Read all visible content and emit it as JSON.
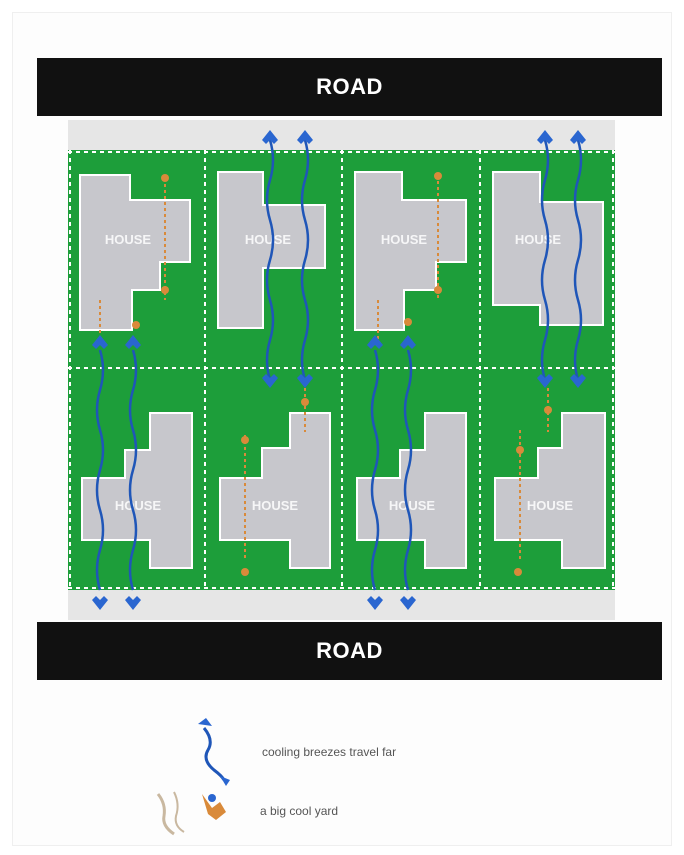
{
  "roads": {
    "top_label": "ROAD",
    "bottom_label": "ROAD"
  },
  "houses": [
    {
      "label": "HOUSE"
    },
    {
      "label": "HOUSE"
    },
    {
      "label": "HOUSE"
    },
    {
      "label": "HOUSE"
    },
    {
      "label": "HOUSE"
    },
    {
      "label": "HOUSE"
    },
    {
      "label": "HOUSE"
    },
    {
      "label": "HOUSE"
    }
  ],
  "legend": {
    "breeze_text": "cooling breezes travel far",
    "yard_text": "a big cool yard"
  },
  "colors": {
    "road": "#111111",
    "lawn": "#1d9e3a",
    "house": "#c7c7cc",
    "breeze": "#1f56b8",
    "yard_path": "#d98a3a"
  }
}
